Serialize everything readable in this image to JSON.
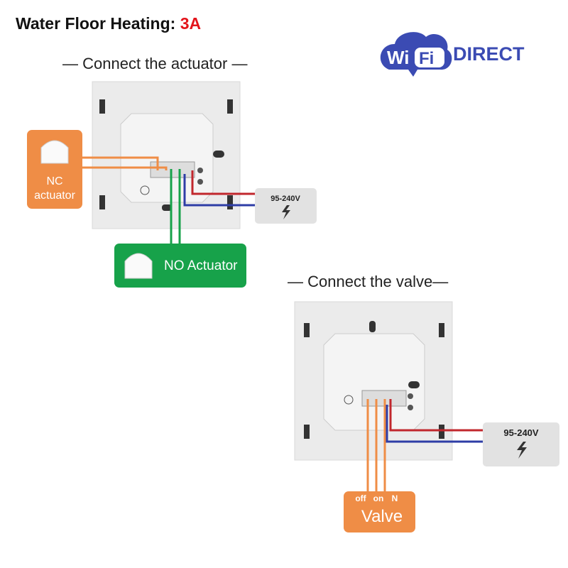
{
  "title": {
    "text": "Water Floor Heating: ",
    "highlight": "3A",
    "highlight_color": "#e3141b"
  },
  "logo": {
    "wi": "Wi",
    "fi": "Fi",
    "direct": "DIRECT",
    "color": "#3b4bb3"
  },
  "section1": {
    "heading": "— Connect the actuator —",
    "nc_label_line1": "NC",
    "nc_label_line2": "actuator",
    "no_label": "NO Actuator",
    "voltage": "95-240V"
  },
  "section2": {
    "heading": "— Connect the valve—",
    "terminals": [
      "off",
      "on",
      "N"
    ],
    "valve_label": "Valve",
    "voltage": "95-240V"
  },
  "colors": {
    "orange": "#ef8d46",
    "green": "#17a24a",
    "red_wire": "#c1272d",
    "blue_wire": "#2e3da6",
    "panel": "#ebebeb"
  }
}
